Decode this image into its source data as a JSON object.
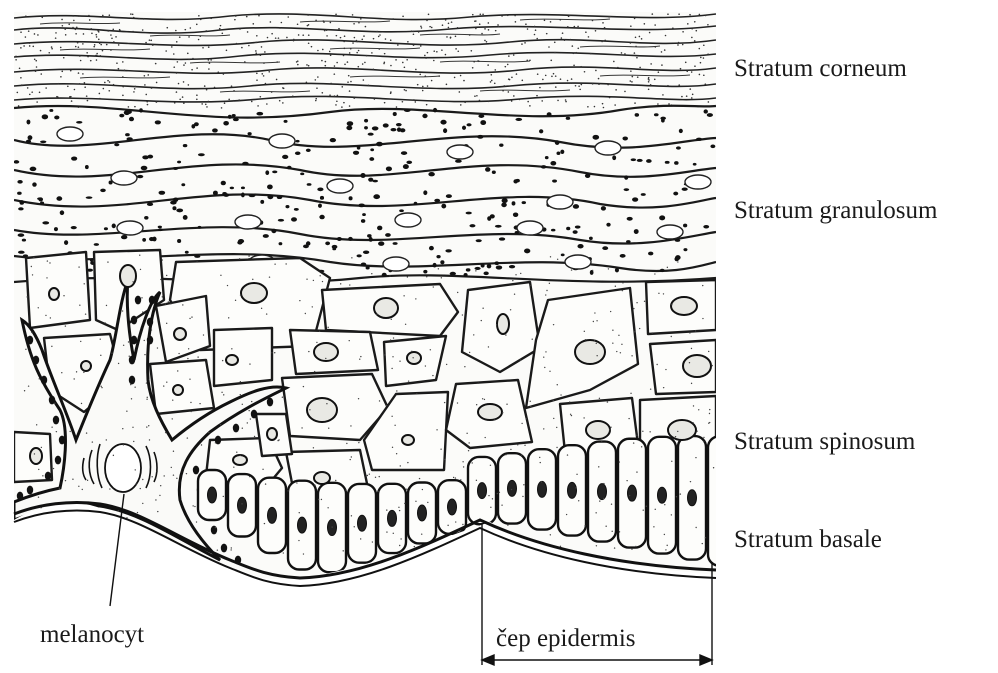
{
  "diagram": {
    "labels": {
      "corneum": "Stratum corneum",
      "granulosum": "Stratum granulosum",
      "spinosum": "Stratum spinosum",
      "basale": "Stratum basale"
    },
    "callouts": {
      "melanocyte": "melanocyt",
      "rete_peg": "čep epidermis"
    }
  }
}
